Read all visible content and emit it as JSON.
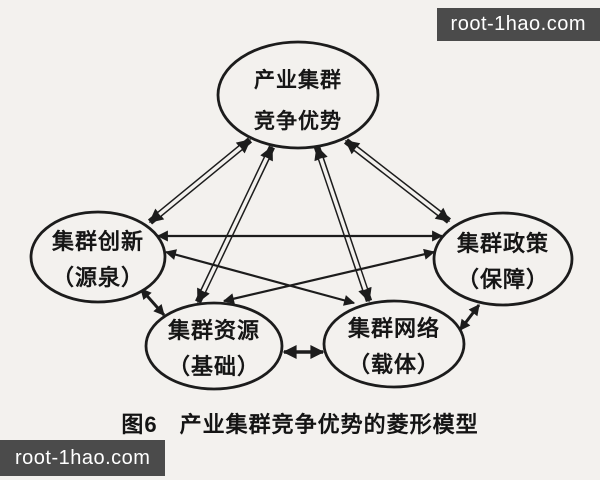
{
  "watermarks": {
    "top_right": "root-1hao.com",
    "bottom_left": "root-1hao.com"
  },
  "diagram": {
    "nodes": {
      "top": {
        "line1": "产业集群",
        "line2": "竞争优势"
      },
      "left": {
        "line1": "集群创新",
        "line2": "（源泉）"
      },
      "right": {
        "line1": "集群政策",
        "line2": "（保障）"
      },
      "bottom_left": {
        "line1": "集群资源",
        "line2": "（基础）"
      },
      "bottom_right": {
        "line1": "集群网络",
        "line2": "（载体）"
      }
    },
    "caption": {
      "label": "图6",
      "text": "产业集群竞争优势的菱形模型"
    }
  },
  "colors": {
    "ink": "#1c1c1c",
    "paper": "#f3f1ee",
    "watermark_bg": "#4b4b4b",
    "watermark_text": "#ffffff"
  }
}
